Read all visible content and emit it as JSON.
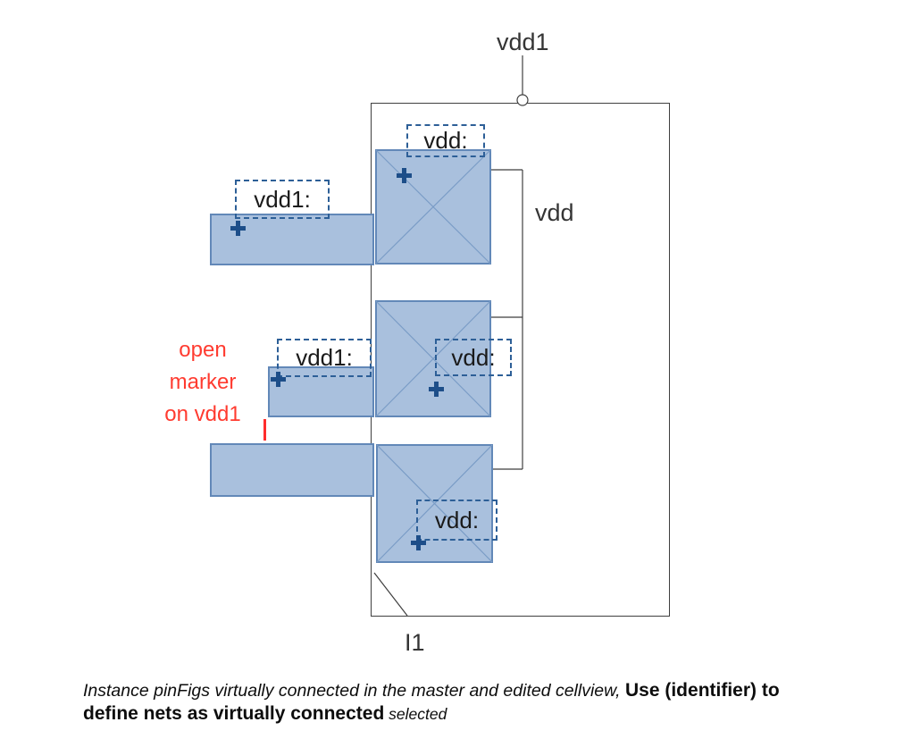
{
  "diagram": {
    "top_pin_label": "vdd1",
    "net_label": "vdd",
    "instance_label": "I1",
    "pin_boxes": {
      "top": "vdd:",
      "upper_left": "vdd1:",
      "middle_left": "vdd1:",
      "middle": "vdd:",
      "bottom": "vdd:"
    },
    "annotation": "open\nmarker\non vdd1"
  },
  "caption": {
    "italic_text": "Instance pinFigs virtually connected in the master and edited cellview, ",
    "bold_text": "Use (identifier) to define nets as virtually connected",
    "suffix_text": " selected"
  },
  "colors": {
    "pin_fill": "#a9c0dd",
    "pin_border": "#6288b8",
    "dashed_border": "#2d5f97",
    "plus_marker": "#1d4e89",
    "wire": "#3f3f3f",
    "annotation_red": "#ff3b30"
  }
}
